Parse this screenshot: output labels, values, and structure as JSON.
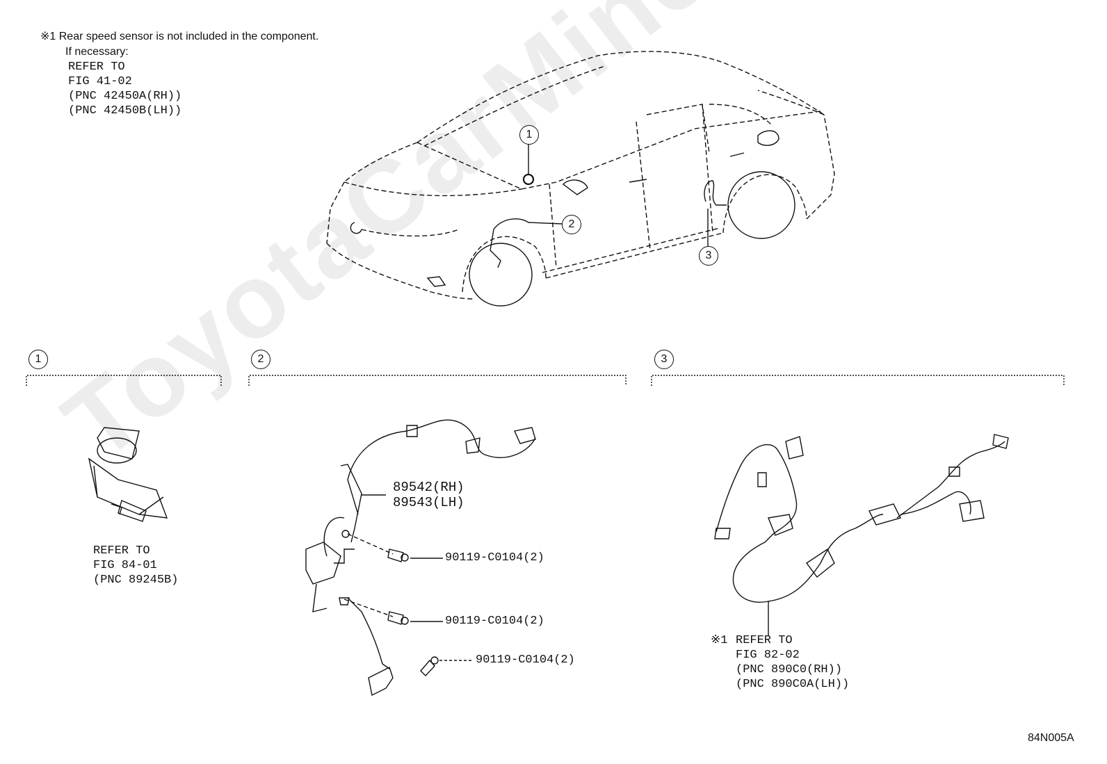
{
  "note": {
    "mark_line": "※1 Rear speed sensor is not included in the component.",
    "if_necessary": "If necessary:",
    "refer": "REFER TO",
    "fig": "FIG 41-02",
    "pnc_rh": "(PNC 42450A(RH))",
    "pnc_lh": "(PNC 42450B(LH))"
  },
  "watermark": "ToyotaCarMine.ru",
  "callouts": {
    "c1": "1",
    "c2": "2",
    "c3": "3"
  },
  "sections": {
    "s1": {
      "num": "1",
      "refer": "REFER TO",
      "fig": "FIG 84-01",
      "pnc": "(PNC 89245B)"
    },
    "s2": {
      "num": "2",
      "part_rh": "89542(RH)",
      "part_lh": "89543(LH)",
      "bolt1": "90119-C0104(2)",
      "bolt2": "90119-C0104(2)",
      "bolt3": "90119-C0104(2)"
    },
    "s3": {
      "num": "3",
      "mark": "※1",
      "refer": "REFER TO",
      "fig": "FIG 82-02",
      "pnc_rh": "(PNC 890C0(RH))",
      "pnc_lh": "(PNC 890C0A(LH))"
    }
  },
  "figure_code": "84N005A"
}
